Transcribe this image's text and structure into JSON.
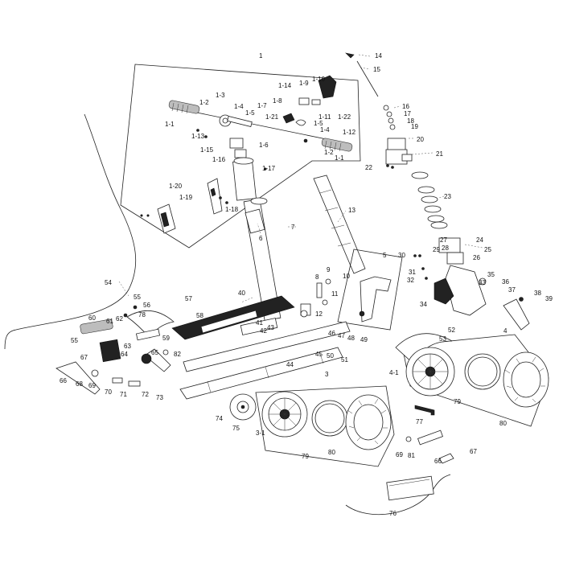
{
  "colors": {
    "line": "#222222",
    "part_dark": "#222222",
    "part_grey": "#bdbdbd",
    "background": "#ffffff"
  },
  "labels": {
    "l1": "1",
    "l1_1a": "1-1",
    "l1_1b": "1-1",
    "l1_2a": "1-2",
    "l1_2b": "1-2",
    "l1_3": "1-3",
    "l1_4a": "1-4",
    "l1_4b": "1-4",
    "l1_5a": "1-5",
    "l1_5b": "1-5",
    "l1_6": "1-6",
    "l1_7": "1-7",
    "l1_8": "1-8",
    "l1_9": "1-9",
    "l1_10": "1-10",
    "l1_11": "1-11",
    "l1_12": "1-12",
    "l1_13": "1-13",
    "l1_14": "1-14",
    "l1_15": "1-15",
    "l1_16": "1-16",
    "l1_17": "1-17",
    "l1_18": "1-18",
    "l1_19": "1-19",
    "l1_20": "1-20",
    "l1_21": "1-21",
    "l1_22": "1-22",
    "l3": "3",
    "l3_1": "3-1",
    "l4": "4",
    "l4_1": "4-1",
    "l5": "5",
    "l6": "6",
    "l7": "7",
    "l8": "8",
    "l9": "9",
    "l10": "10",
    "l11": "11",
    "l12": "12",
    "l13": "13",
    "l14": "14",
    "l15": "15",
    "l16": "16",
    "l17": "17",
    "l18": "18",
    "l19": "19",
    "l20": "20",
    "l21": "21",
    "l22": "22",
    "l23": "23",
    "l24": "24",
    "l25": "25",
    "l26": "26",
    "l27": "27",
    "l28": "28",
    "l29": "29",
    "l30": "30",
    "l31": "31",
    "l32": "32",
    "l33": "33",
    "l34": "34",
    "l35": "35",
    "l36": "36",
    "l37": "37",
    "l38": "38",
    "l39": "39",
    "l40": "40",
    "l41": "41",
    "l42": "42",
    "l43": "43",
    "l44": "44",
    "l45": "45",
    "l46": "46",
    "l47": "47",
    "l48": "48",
    "l49": "49",
    "l50": "50",
    "l51": "51",
    "l52": "52",
    "l53": "53",
    "l54": "54",
    "l55a": "55",
    "l55b": "55",
    "l56": "56",
    "l57": "57",
    "l58": "58",
    "l59": "59",
    "l60": "60",
    "l61": "61",
    "l62": "62",
    "l63": "63",
    "l64": "64",
    "l65": "65",
    "l66a": "66",
    "l66b": "66",
    "l67a": "67",
    "l67b": "67",
    "l68": "68",
    "l69a": "69",
    "l69b": "69",
    "l70": "70",
    "l71": "71",
    "l72": "72",
    "l73": "73",
    "l74": "74",
    "l75": "75",
    "l76": "76",
    "l77": "77",
    "l78": "78",
    "l79a": "79",
    "l79b": "79",
    "l80a": "80",
    "l80b": "80",
    "l81": "81",
    "l82": "82"
  }
}
